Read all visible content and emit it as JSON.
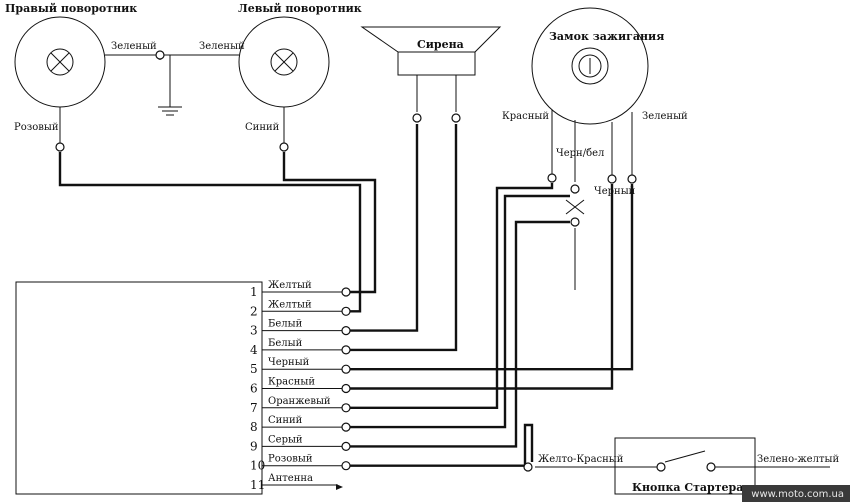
{
  "components": {
    "right_turn": {
      "title": "Правый поворотник",
      "wire_label": "Розовый"
    },
    "left_turn": {
      "title": "Левый поворотник",
      "wire_label": "Синий"
    },
    "green_link": {
      "left": "Зеленый",
      "right": "Зеленый"
    },
    "siren": {
      "title": "Сирена"
    },
    "ignition": {
      "title": "Замок зажигания",
      "wire_red": "Красный",
      "wire_green": "Зеленый",
      "wire_blackwhite": "Черн/бел",
      "wire_black": "Черный"
    },
    "starter": {
      "title": "Кнопка Стартера",
      "wire_left": "Желто-Красный",
      "wire_right": "Зелено-желтый"
    }
  },
  "pins": [
    {
      "n": "1",
      "color": "Желтый"
    },
    {
      "n": "2",
      "color": "Желтый"
    },
    {
      "n": "3",
      "color": "Белый"
    },
    {
      "n": "4",
      "color": "Белый"
    },
    {
      "n": "5",
      "color": "Черный"
    },
    {
      "n": "6",
      "color": "Красный"
    },
    {
      "n": "7",
      "color": "Оранжевый"
    },
    {
      "n": "8",
      "color": "Синий"
    },
    {
      "n": "9",
      "color": "Серый"
    },
    {
      "n": "10",
      "color": "Розовый"
    },
    {
      "n": "11",
      "color": "Антенна"
    }
  ],
  "watermark": "www.moto.com.ua"
}
